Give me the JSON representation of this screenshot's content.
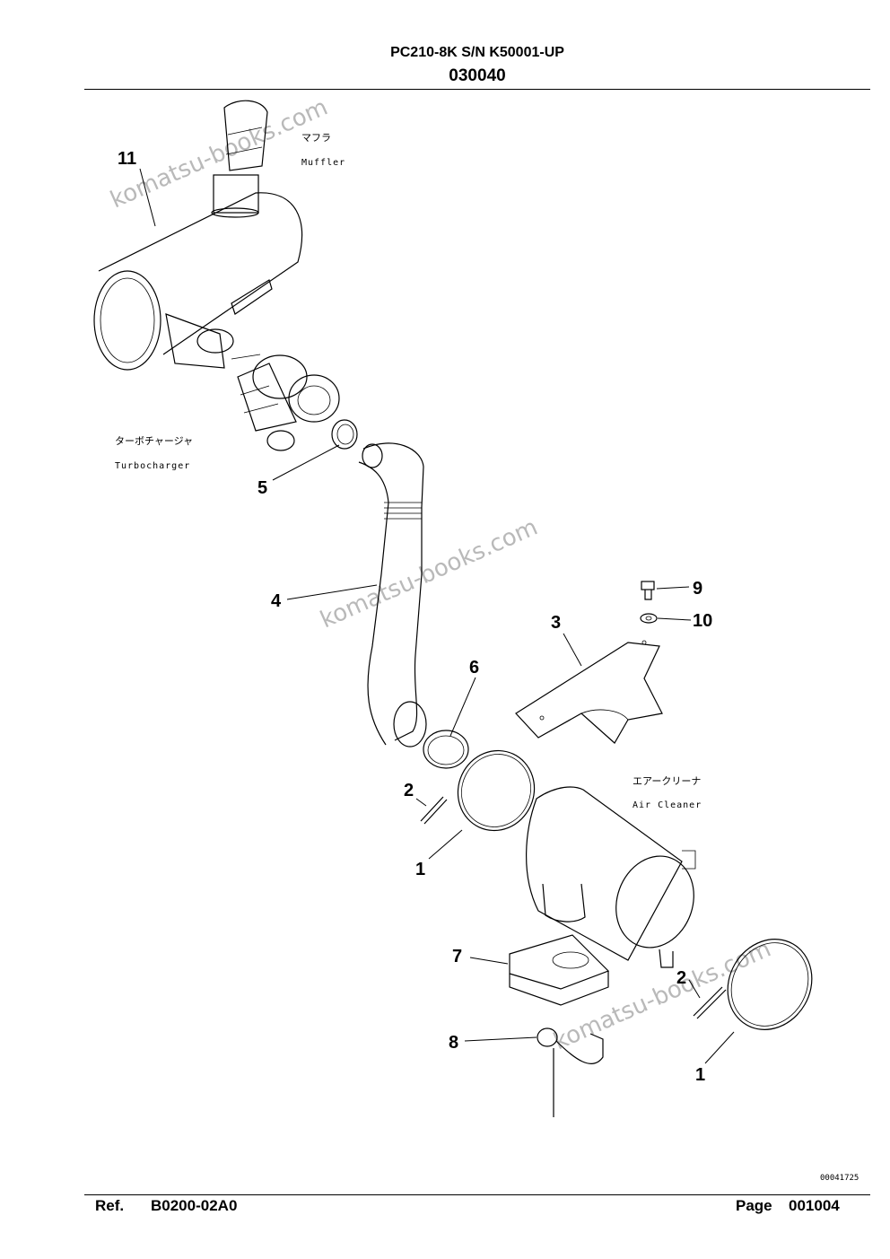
{
  "header": {
    "model": "PC210-8K S/N K50001-UP",
    "group": "030040"
  },
  "footer": {
    "ref_label": "Ref.",
    "ref_value": "B0200-02A0",
    "page_label": "Page",
    "page_value": "001004"
  },
  "illustration_code": "00041725",
  "watermark": "komatsu-books.com",
  "components": {
    "muffler": {
      "jp": "マフラ",
      "en": "Muffler"
    },
    "turbocharger": {
      "jp": "ターボチャージャ",
      "en": "Turbocharger"
    },
    "air_cleaner": {
      "jp": "エアークリーナ",
      "en": "Air Cleaner"
    }
  },
  "callouts": [
    "11",
    "5",
    "4",
    "9",
    "10",
    "3",
    "6",
    "2",
    "1",
    "7",
    "2",
    "8",
    "1"
  ]
}
